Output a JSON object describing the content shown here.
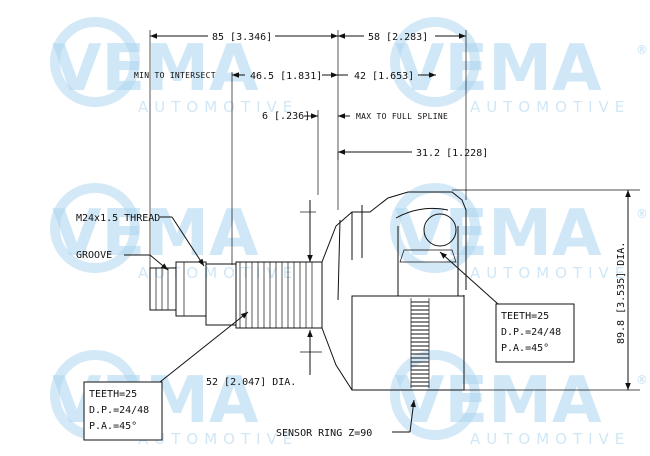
{
  "watermark": {
    "brand": "VEMA",
    "sub": "AUTOMOTIVE",
    "mark": "®",
    "color": "#a9d4ef"
  },
  "dimensions": {
    "d85": "85 [3.346]",
    "d58": "58 [2.283]",
    "min_intersect": "MIN TO INTERSECT",
    "d46": "46.5 [1.831]",
    "d42": "42 [1.653]",
    "d6": "6 [.236]",
    "max_spline": "MAX TO FULL SPLINE",
    "d31": "31.2 [1.228]",
    "thread": "M24x1.5 THREAD",
    "groove": "GROOVE",
    "d52": "52 [2.047] DIA.",
    "d89": "89.8 [3.535] DIA.",
    "sensor": "SENSOR RING Z=90"
  },
  "spec_right": {
    "teeth": "TEETH=25",
    "dp": "D.P.=24/48",
    "pa": "P.A.=45°"
  },
  "spec_left": {
    "teeth": "TEETH=25",
    "dp": "D.P.=24/48",
    "pa": "P.A.=45°"
  }
}
